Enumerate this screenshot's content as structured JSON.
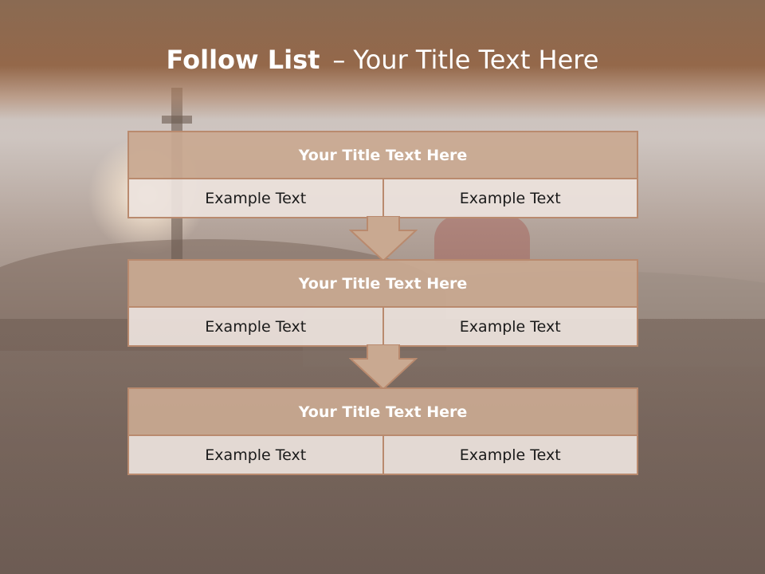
{
  "slide": {
    "title_bold": "Follow List",
    "title_sep": "–",
    "title_rest": "Your Title Text Here"
  },
  "colors": {
    "header": "#94684a",
    "box_head": "#c9a991",
    "box_border": "#b98a6e",
    "box_body": "#ece2dd",
    "arrow": "#c9a991"
  },
  "steps": [
    {
      "title": "Your Title Text Here",
      "left": "Example Text",
      "right": "Example Text"
    },
    {
      "title": "Your Title Text Here",
      "left": "Example Text",
      "right": "Example Text"
    },
    {
      "title": "Your Title Text Here",
      "left": "Example Text",
      "right": "Example Text"
    }
  ]
}
